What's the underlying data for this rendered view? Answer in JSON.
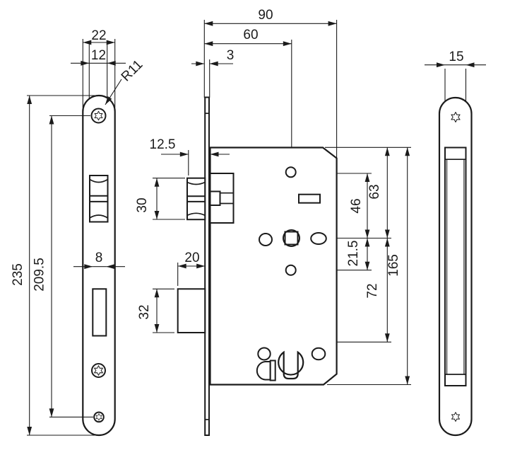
{
  "drawing": {
    "type": "technical-drawing",
    "subject": "mortise-lock-three-views",
    "dims": {
      "d22": "22",
      "d12": "12",
      "r11": "R11",
      "d235": "235",
      "d209_5": "209.5",
      "d8": "8",
      "d90": "90",
      "d60": "60",
      "d3": "3",
      "d12_5": "12.5",
      "d30": "30",
      "d20": "20",
      "d32": "32",
      "d46": "46",
      "d63": "63",
      "d21_5": "21.5",
      "d72": "72",
      "d165": "165",
      "d15": "15"
    }
  }
}
